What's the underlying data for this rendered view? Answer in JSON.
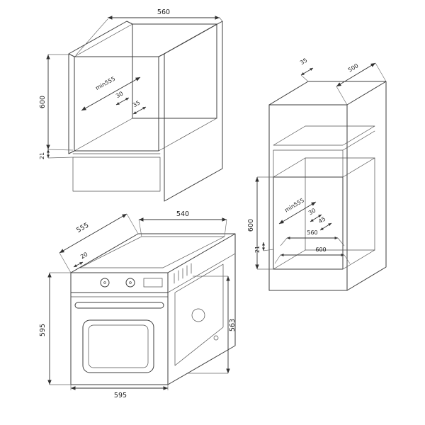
{
  "drawing": {
    "cabinet_niche": {
      "width": "560",
      "height": "600",
      "depth": "min555",
      "rear_gap_a": "30",
      "rear_gap_b": "35",
      "plinth_recess": "21"
    },
    "tall_cabinet": {
      "top_gap": "35",
      "top_depth": "500",
      "niche_height": "600",
      "niche_depth": "min555",
      "rear_gap_a": "30",
      "rear_gap_b": "45",
      "niche_width": "560",
      "cabinet_width": "600",
      "plinth_recess": "21"
    },
    "oven": {
      "body_width": "540",
      "body_depth": "555",
      "frame_offset": "20",
      "height": "595",
      "depth_total": "563",
      "width": "595"
    }
  }
}
